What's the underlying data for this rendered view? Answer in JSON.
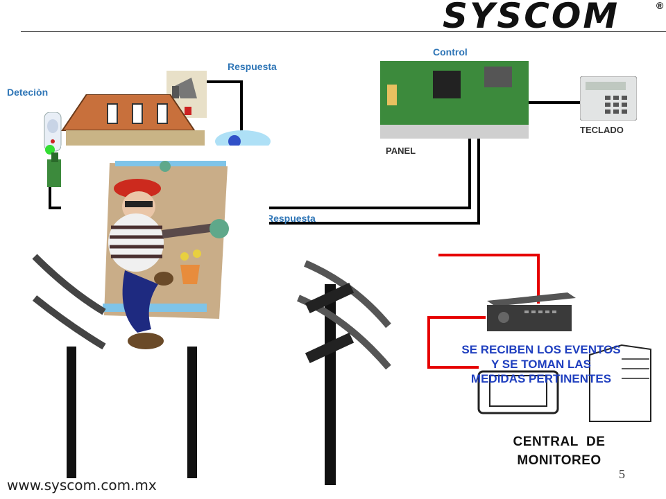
{
  "brand": {
    "name": "SYSCOM",
    "registered_mark": "®"
  },
  "labels": {
    "detection": "Deteciòn",
    "response_top": "Respuesta",
    "control": "Control",
    "panel": "PANEL",
    "keypad": "TECLADO",
    "response_bottom": "Respuesta"
  },
  "central": {
    "message_line1": "SE RECIBEN LOS EVENTOS",
    "message_line2": "Y SE TOMAN LAS",
    "message_line3": "MEDIDAS PERTINENTES",
    "title_line1": "CENTRAL  DE",
    "title_line2": "MONITOREO"
  },
  "footer": {
    "website": "www.syscom.com.mx",
    "page_number": "5"
  },
  "colors": {
    "label_blue": "#2e75b6",
    "red_line": "#e60000",
    "message_blue": "#1f3fbf",
    "panel_green": "#3c8a3c"
  },
  "icons": [
    "motion-sensor-icon",
    "siren-icon",
    "house-icon",
    "camera-icon",
    "alarm-panel-icon",
    "keypad-icon",
    "burglar-illustration",
    "utility-pole-icon",
    "dvr-icon",
    "monitor-icon",
    "computer-tower-icon"
  ]
}
